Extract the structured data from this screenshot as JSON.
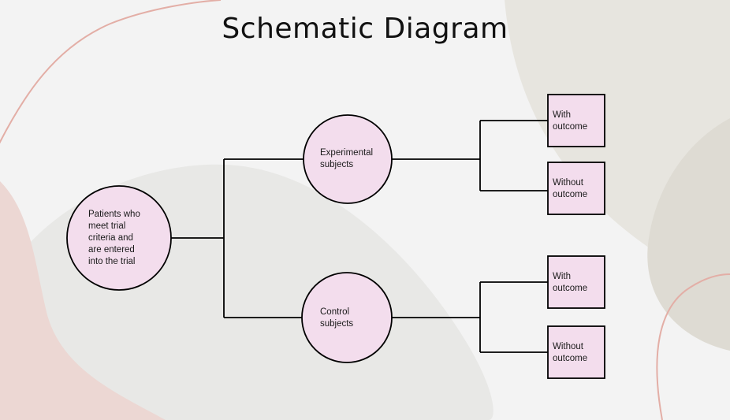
{
  "title": "Schematic Diagram",
  "nodes": {
    "root": "Patients who\nmeet trial\ncriteria and\nare entered\ninto the trial",
    "experimental": "Experimental\nsubjects",
    "control": "Control\nsubjects",
    "exp_with": "With\noutcome",
    "exp_without": "Without\noutcome",
    "ctrl_with": "With\noutcome",
    "ctrl_without": "Without\noutcome"
  },
  "colors": {
    "node_fill": "#f3dded",
    "line": "#000000",
    "accent_curve": "#e3aea6",
    "blob_pink": "#ecd7d3",
    "blob_grey": "#e3e3df",
    "blob_beige": "#dedbd3"
  }
}
